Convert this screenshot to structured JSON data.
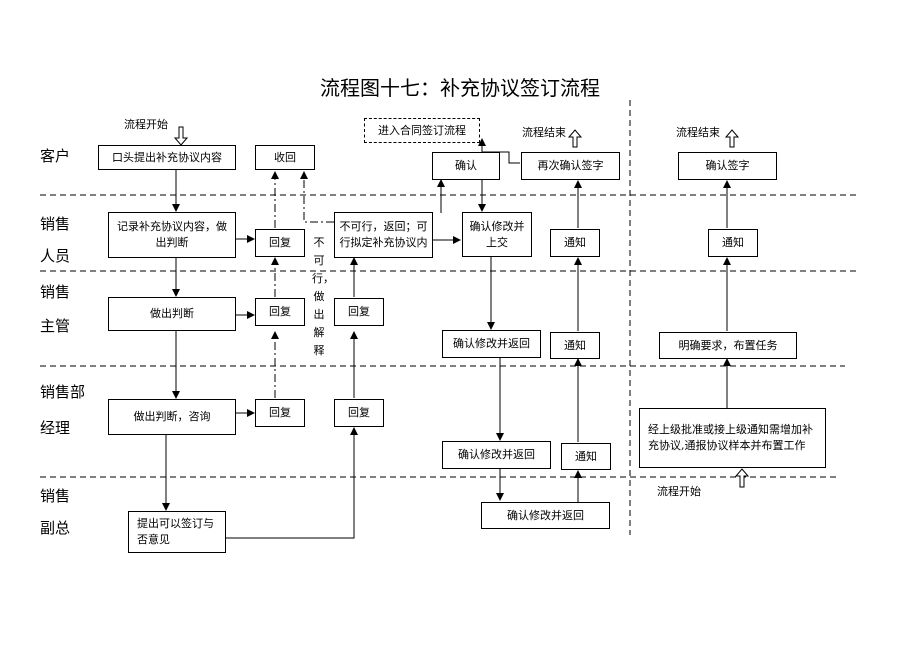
{
  "title": "流程图十七：补充协议签订流程",
  "lanes": {
    "customer": "客户",
    "sales_staff_1": "销售",
    "sales_staff_2": "人员",
    "sales_supervisor_1": "销售",
    "sales_supervisor_2": "主管",
    "sales_manager_1": "销售部",
    "sales_manager_2": "经理",
    "sales_vp_1": "销售",
    "sales_vp_2": "副总"
  },
  "labels": {
    "start_left": "流程开始",
    "end_middle": "流程结束",
    "end_right": "流程结束",
    "start_right": "流程开始",
    "not_feasible_vertical": "不可行，做出解释"
  },
  "boxes": {
    "verbal_request": "口头提出补充协议内容",
    "receive_back": "收回",
    "enter_contract_signing": "进入合同签订流程",
    "confirm": "确认",
    "reconfirm_sign": "再次确认签字",
    "confirm_sign": "确认签字",
    "record_content_judge": "记录补充协议内容，做出判断",
    "reply_staff": "回复",
    "infeasible_return": "不可行，返回；可行拟定补充协议内",
    "confirm_modify_submit": "确认修改并上交",
    "notify_staff_mid": "通知",
    "notify_staff_right": "通知",
    "supervisor_judge": "做出判断",
    "reply_supervisor_1": "回复",
    "reply_supervisor_2": "回复",
    "confirm_modify_return_supervisor": "确认修改并返回",
    "notify_supervisor_mid": "通知",
    "clarify_assign": "明确要求，布置任务",
    "manager_judge": "做出判断，咨询",
    "reply_manager_1": "回复",
    "reply_manager_2": "回复",
    "confirm_modify_return_manager": "确认修改并返回",
    "notify_manager_mid": "通知",
    "superior_approval": "经上级批准或接上级通知需增加补充协议,通报协议样本并布置工作",
    "vp_propose": "提出可以签订与否意见",
    "confirm_modify_return_vp": "确认修改并返回"
  }
}
